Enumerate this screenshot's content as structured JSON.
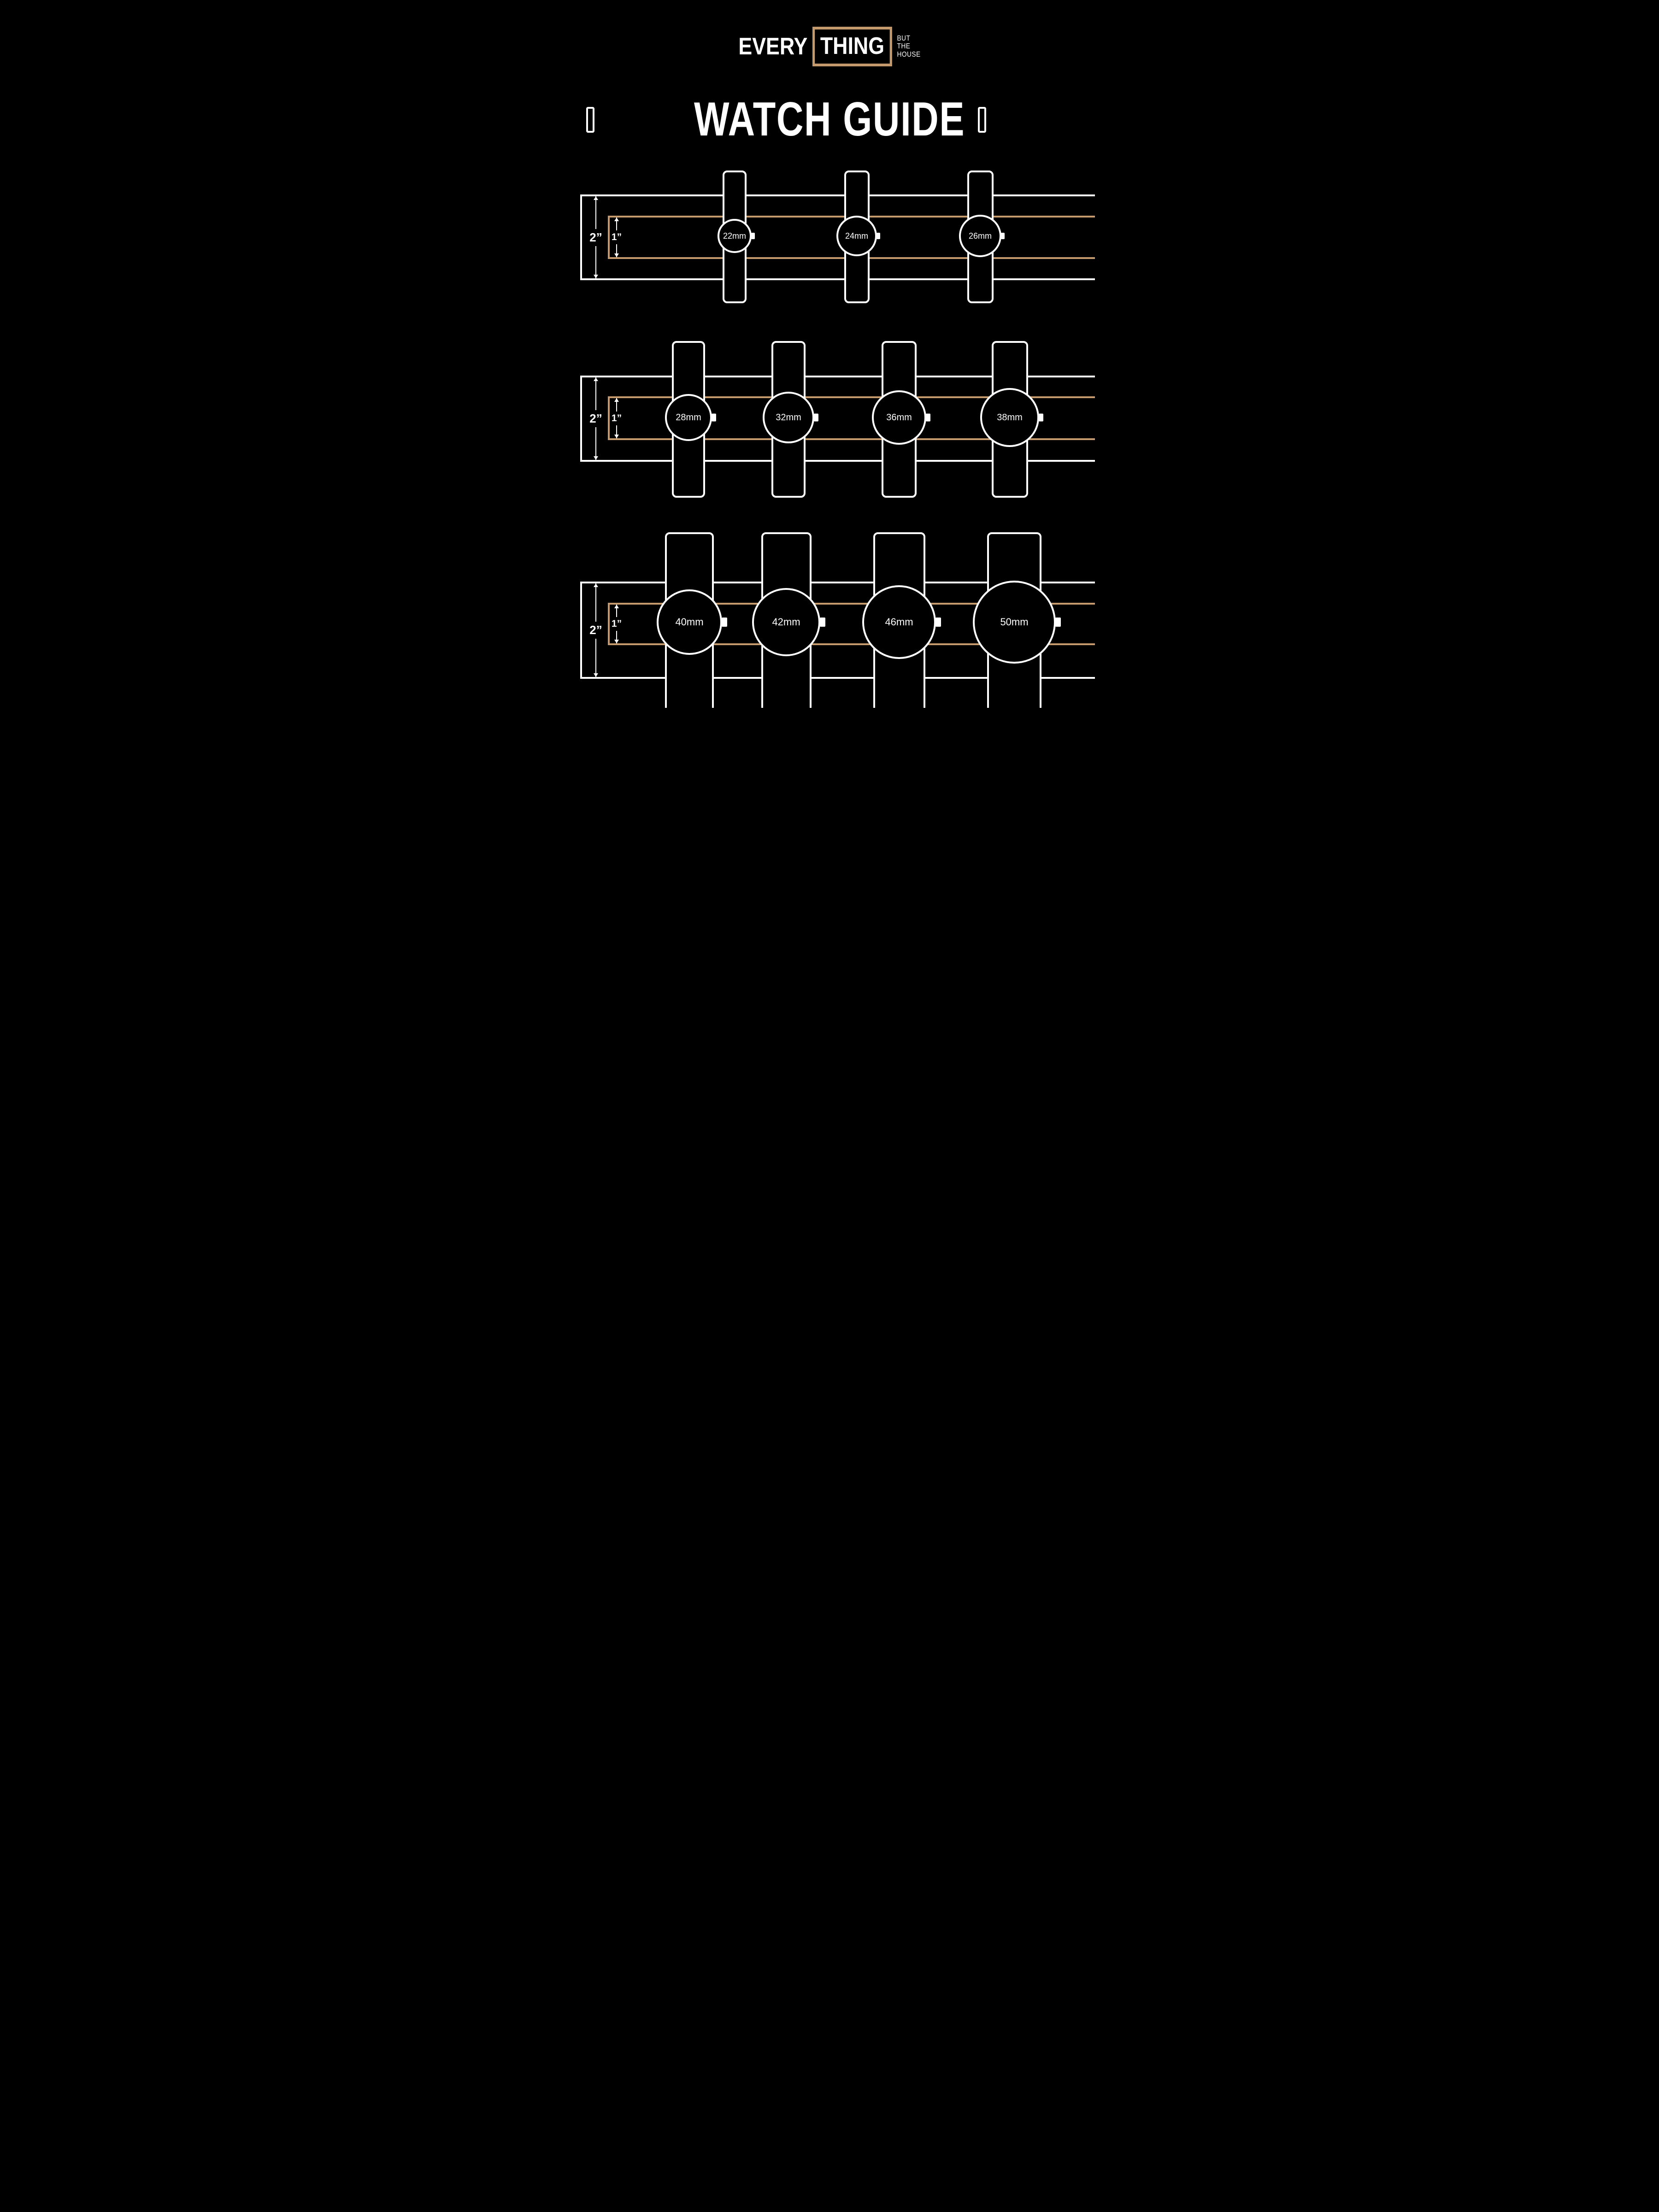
{
  "logo": {
    "part1": "EVERY",
    "part2": "THING",
    "tagline_line1": "BUT",
    "tagline_line2": "THE",
    "tagline_line3": "HOUSE"
  },
  "title": "WATCH GUIDE",
  "measurements": {
    "outer_width": "2”",
    "inner_width": "1”"
  },
  "rows": [
    {
      "watches": [
        {
          "size": "22mm"
        },
        {
          "size": "24mm"
        },
        {
          "size": "26mm"
        }
      ]
    },
    {
      "watches": [
        {
          "size": "28mm"
        },
        {
          "size": "32mm"
        },
        {
          "size": "36mm"
        },
        {
          "size": "38mm"
        }
      ]
    },
    {
      "watches": [
        {
          "size": "40mm"
        },
        {
          "size": "42mm"
        },
        {
          "size": "46mm"
        },
        {
          "size": "50mm"
        }
      ]
    }
  ],
  "colors": {
    "background": "#000000",
    "tan_accent": "#C49A6C",
    "foreground": "#FFFFFF"
  }
}
